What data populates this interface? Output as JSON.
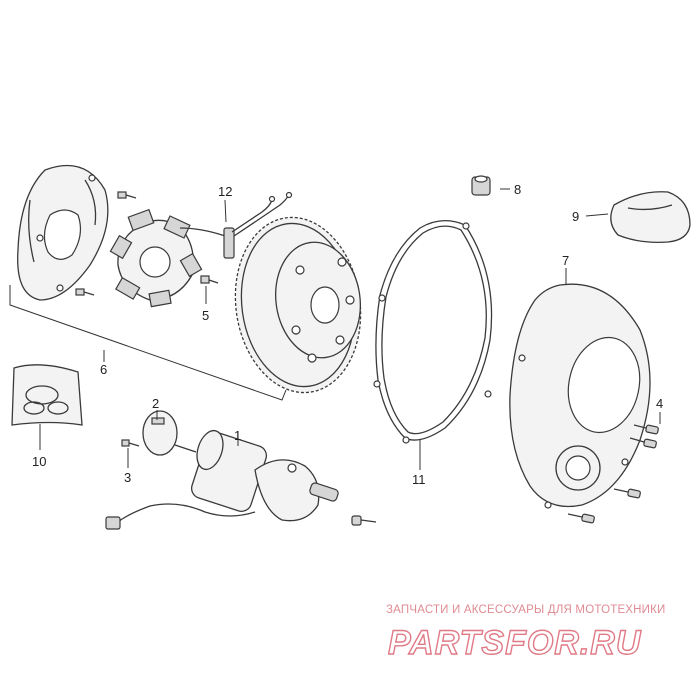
{
  "callouts": {
    "c1": "1",
    "c2": "2",
    "c3": "3",
    "c4": "4",
    "c5": "5",
    "c6": "6",
    "c7": "7",
    "c8": "8",
    "c9": "9",
    "c10": "10",
    "c11": "11",
    "c12": "12"
  },
  "watermark": {
    "tagline": "ЗАПЧАСТИ И АКСЕССУАРЫ ДЛЯ МОТОТЕХНИКИ",
    "logo_text": "PARTSFOR.RU",
    "color": "#e07a86"
  }
}
